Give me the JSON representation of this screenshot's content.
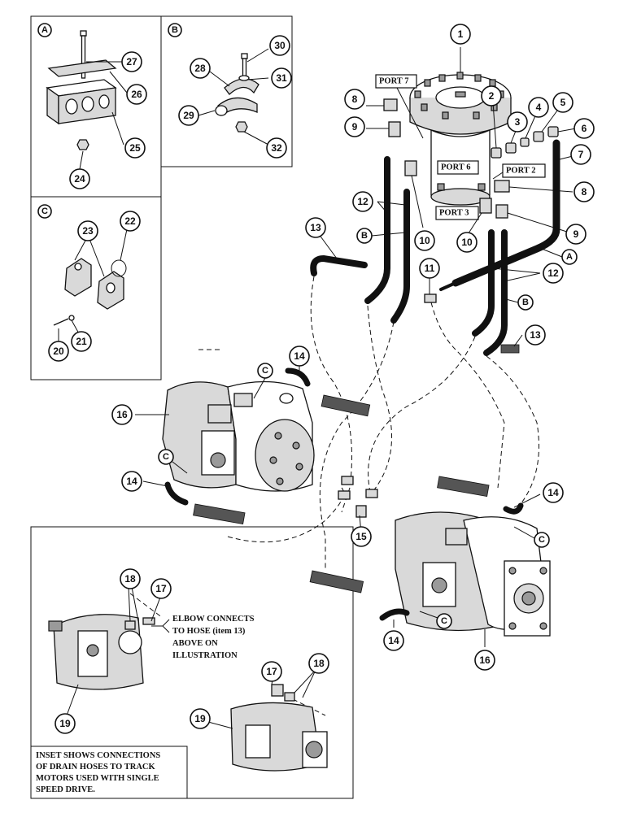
{
  "callouts": [
    {
      "id": "c1",
      "label": "1"
    },
    {
      "id": "c2",
      "label": "2"
    },
    {
      "id": "c3",
      "label": "3"
    },
    {
      "id": "c4",
      "label": "4"
    },
    {
      "id": "c5",
      "label": "5"
    },
    {
      "id": "c6",
      "label": "6"
    },
    {
      "id": "c7",
      "label": "7"
    },
    {
      "id": "c8a",
      "label": "8"
    },
    {
      "id": "c8b",
      "label": "8"
    },
    {
      "id": "c9a",
      "label": "9"
    },
    {
      "id": "c9b",
      "label": "9"
    },
    {
      "id": "c10a",
      "label": "10"
    },
    {
      "id": "c10b",
      "label": "10"
    },
    {
      "id": "c11",
      "label": "11"
    },
    {
      "id": "c12a",
      "label": "12"
    },
    {
      "id": "c12b",
      "label": "12"
    },
    {
      "id": "c13a",
      "label": "13"
    },
    {
      "id": "c13b",
      "label": "13"
    },
    {
      "id": "c14a",
      "label": "14"
    },
    {
      "id": "c14b",
      "label": "14"
    },
    {
      "id": "c14c",
      "label": "14"
    },
    {
      "id": "c14d",
      "label": "14"
    },
    {
      "id": "c15",
      "label": "15"
    },
    {
      "id": "c16a",
      "label": "16"
    },
    {
      "id": "c16b",
      "label": "16"
    },
    {
      "id": "c17a",
      "label": "17"
    },
    {
      "id": "c17b",
      "label": "17"
    },
    {
      "id": "c18a",
      "label": "18"
    },
    {
      "id": "c18b",
      "label": "18"
    },
    {
      "id": "c19a",
      "label": "19"
    },
    {
      "id": "c19b",
      "label": "19"
    },
    {
      "id": "c20",
      "label": "20"
    },
    {
      "id": "c21",
      "label": "21"
    },
    {
      "id": "c22",
      "label": "22"
    },
    {
      "id": "c23",
      "label": "23"
    },
    {
      "id": "c24",
      "label": "24"
    },
    {
      "id": "c25",
      "label": "25"
    },
    {
      "id": "c26",
      "label": "26"
    },
    {
      "id": "c27",
      "label": "27"
    },
    {
      "id": "c28",
      "label": "28"
    },
    {
      "id": "c29",
      "label": "29"
    },
    {
      "id": "c30",
      "label": "30"
    },
    {
      "id": "c31",
      "label": "31"
    },
    {
      "id": "c32",
      "label": "32"
    }
  ],
  "ports": {
    "port7": "PORT 7",
    "port6": "PORT 6",
    "port2": "PORT 2",
    "port3": "PORT 3"
  },
  "insets": {
    "a_label": "A",
    "b_label": "B",
    "c_label": "C"
  },
  "letters": {
    "b1": "B",
    "b2": "B",
    "a1": "A",
    "c1": "C",
    "c2": "C",
    "c3": "C",
    "c4": "C"
  },
  "elbow_note": [
    "ELBOW CONNECTS",
    "TO HOSE (item 13)",
    "ABOVE ON",
    "ILLUSTRATION"
  ],
  "inset_note": [
    "INSET SHOWS CONNECTIONS",
    "OF DRAIN HOSES TO TRACK",
    "MOTORS USED WITH SINGLE",
    "SPEED DRIVE."
  ]
}
